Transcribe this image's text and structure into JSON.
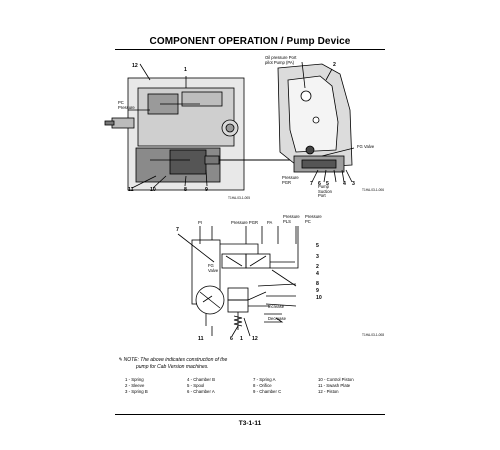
{
  "header": {
    "title": "COMPONENT OPERATION / Pump Device"
  },
  "figure_top": {
    "labels": {
      "pc_pressure": "PC\nPressure",
      "oil_pressure_port": "Oil pressure Port\npilot Pump (PA)",
      "fg_valve": "FG Valve",
      "pressure_pgr": "Pressure\nPGR",
      "pump_suction_port": "Pump\nSuction\nPort"
    },
    "callouts": {
      "n12": "12",
      "n1": "1",
      "n2": "2",
      "n11": "11",
      "n10": "10",
      "n8": "8",
      "n9": "9",
      "n7": "7",
      "n6": "6",
      "n5": "5",
      "n4": "4",
      "n3": "3"
    },
    "refs": {
      "left": "T1HA-03-1-005",
      "right": "T1HA-03-1-006"
    }
  },
  "figure_bottom": {
    "labels": {
      "pi": "PI",
      "pressure_pgr": "Pressure PGR",
      "pa": "PA",
      "pressure_pls": "Pressure\nPLS",
      "pressure_pc": "Pressure\nPC",
      "fg_valve": "FG\nValve",
      "increase": "Increase",
      "decrease": "Decrease"
    },
    "callouts": {
      "n7": "7",
      "n5": "5",
      "n3": "3",
      "n2": "2",
      "n4": "4",
      "n8": "8",
      "n9": "9",
      "n10": "10",
      "n11": "11",
      "n6": "6",
      "n1": "1",
      "n12": "12"
    },
    "ref": "T1HA-03-1-008"
  },
  "note": {
    "line1": "NOTE:  The  above  indicates  construction  of  the",
    "line2": "pump for Cab Version machines."
  },
  "legend": {
    "col1": [
      "1 -  Spring",
      "2 -  Sleeve",
      "3 -  Spring B"
    ],
    "col2": [
      "4 -  Chamber B",
      "5 -  Spool",
      "6 -  Chamber A"
    ],
    "col3": [
      "7 -  Spring A",
      "8 -  Orifice",
      "9 -  Chamber C"
    ],
    "col4": [
      "10 - Control Piston",
      "11 - Swash Plate",
      "12 - Piston"
    ]
  },
  "footer": {
    "page_number": "T3-1-11"
  }
}
